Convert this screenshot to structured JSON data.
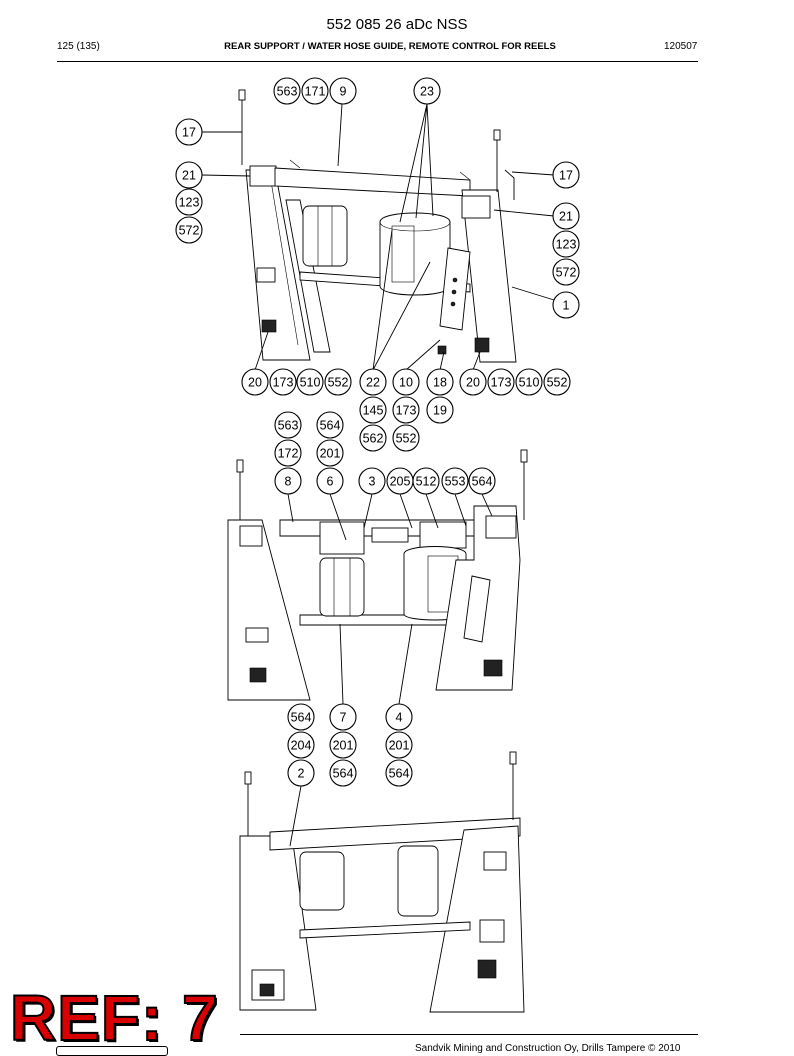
{
  "header": {
    "document_number": "552 085 26 aDc NSS",
    "page": "125 (135)",
    "title": "REAR SUPPORT / WATER HOSE GUIDE, REMOTE CONTROL FOR REELS",
    "code": "120507"
  },
  "footer": {
    "copyright": "Sandvik Mining and Construction Oy, Drills Tampere © 2010"
  },
  "stamp": {
    "text": "REF: 7",
    "color": "#d80000"
  },
  "balloons": [
    "563",
    "171",
    "9",
    "23",
    "17",
    "21",
    "123",
    "572",
    "17",
    "21",
    "123",
    "572",
    "1",
    "20",
    "173",
    "510",
    "552",
    "22",
    "10",
    "18",
    "20",
    "173",
    "510",
    "552",
    "145",
    "173",
    "19",
    "562",
    "552",
    "563",
    "564",
    "172",
    "201",
    "8",
    "6",
    "3",
    "205",
    "512",
    "553",
    "564",
    "564",
    "7",
    "4",
    "204",
    "201",
    "201",
    "2",
    "564",
    "564"
  ]
}
